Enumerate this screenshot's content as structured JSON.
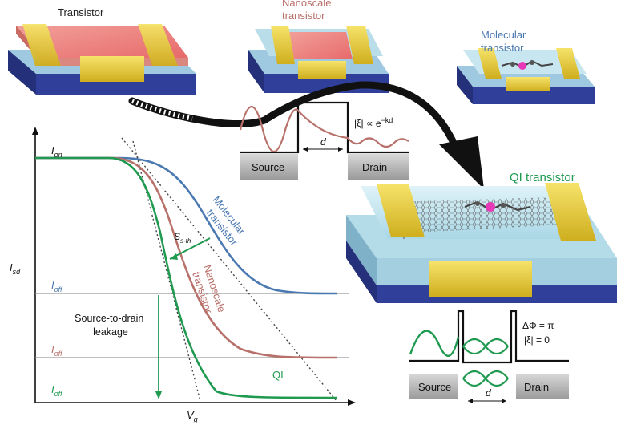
{
  "devices": {
    "transistor": "Transistor",
    "nanoscale": "Nanoscale\ntransistor",
    "molecular": "Molecular\ntransistor",
    "qi": "QI transistor"
  },
  "barrier_top": {
    "source": "Source",
    "drain": "Drain",
    "d": "d",
    "decay": "|ξ| ∝ e",
    "decay_exp": "−kd"
  },
  "barrier_bottom": {
    "source": "Source",
    "drain": "Drain",
    "d": "d",
    "phase": "ΔΦ = π",
    "xi": "|ξ| = 0"
  },
  "graph": {
    "ylabel": "I",
    "ylabel_sub": "sd",
    "xlabel": "V",
    "xlabel_sub": "g",
    "ion": "I",
    "ion_sub": "on",
    "ioff": "I",
    "ioff_sub": "off",
    "sth": "S",
    "sth_sub": "s-th",
    "leakage": "Source-to-drain\nleakage",
    "curve_labels": {
      "molecular": "Molecular\ntransistor",
      "nanoscale": "Nanoscale\ntransistor",
      "qi": "QI"
    }
  },
  "colors": {
    "molecular": "#4a78b0",
    "nanoscale": "#b8706a",
    "qi": "#1f9a50",
    "gold": "#e9cf3f",
    "substrate": "#2f3f9a"
  }
}
